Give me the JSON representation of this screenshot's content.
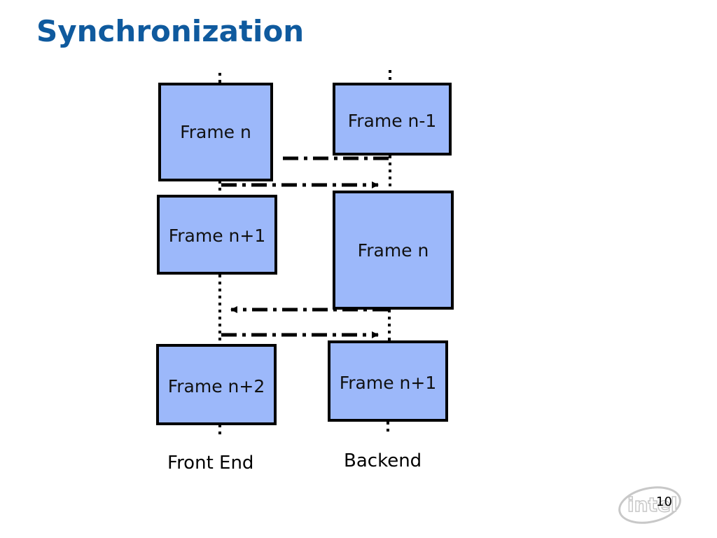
{
  "slide": {
    "title": "Synchronization",
    "page_number": "10",
    "logo_text": "intel"
  },
  "columns": {
    "front_end": "Front End",
    "backend": "Backend"
  },
  "frames": {
    "front_end": [
      "Frame n",
      "Frame n+1",
      "Frame n+2"
    ],
    "backend": [
      "Frame n-1",
      "Frame n",
      "Frame n+1"
    ]
  },
  "colors": {
    "title": "#0f5a9e",
    "frame_fill": "#9cb8fa",
    "frame_border": "#000000"
  }
}
